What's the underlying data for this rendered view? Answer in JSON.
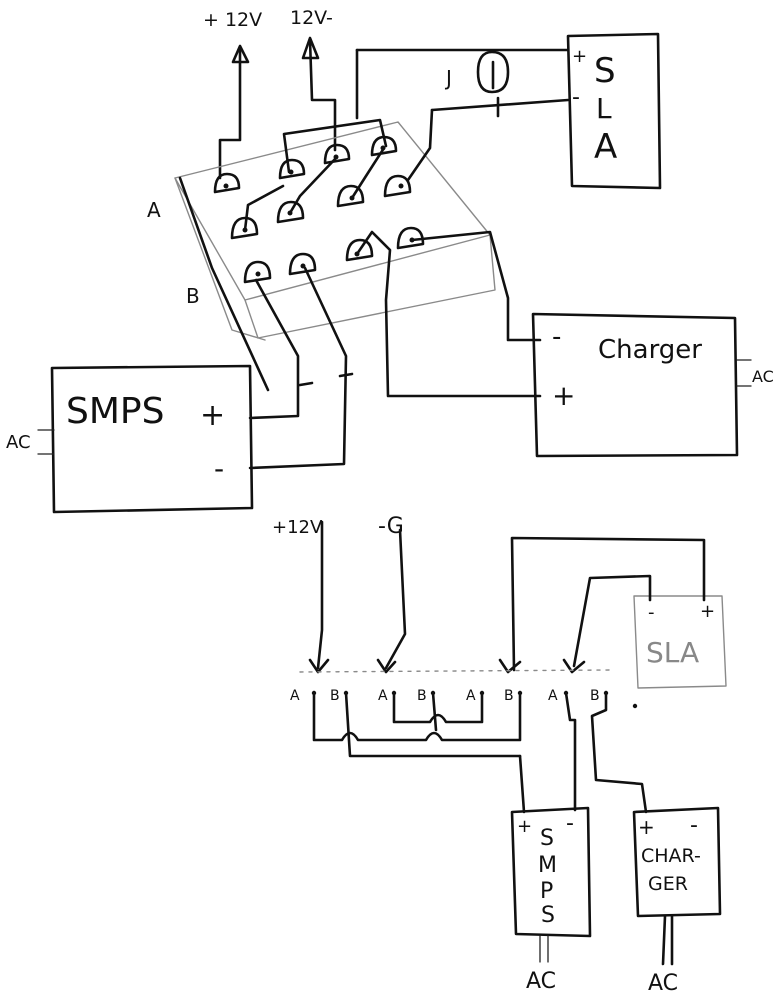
{
  "top": {
    "out_pos": "+ 12V",
    "out_neg": "12V-",
    "switch_label_a": "A",
    "switch_label_b": "B",
    "fuse_label": "J",
    "sla": {
      "plus": "+",
      "minus": "-",
      "l1": "S",
      "l2": "L",
      "l3": "A"
    },
    "charger": {
      "name": "Charger",
      "minus": "-",
      "plus": "+",
      "ac": "AC"
    },
    "smps": {
      "name": "SMPS",
      "plus": "+",
      "minus": "-",
      "ac": "AC"
    }
  },
  "bottom": {
    "out_pos": "+12V",
    "out_neg": "-G",
    "sla": {
      "minus": "-",
      "plus": "+",
      "name": "SLA"
    },
    "terminals": [
      "A",
      "B",
      "A",
      "B",
      "A",
      "B",
      "A",
      "B"
    ],
    "smps": {
      "plus": "+",
      "minus": "-",
      "letters": [
        "S",
        "M",
        "P",
        "S"
      ],
      "ac": "AC"
    },
    "charger": {
      "plus": "+",
      "minus": "-",
      "l1": "CHAR-",
      "l2": "GER",
      "ac": "AC"
    }
  }
}
